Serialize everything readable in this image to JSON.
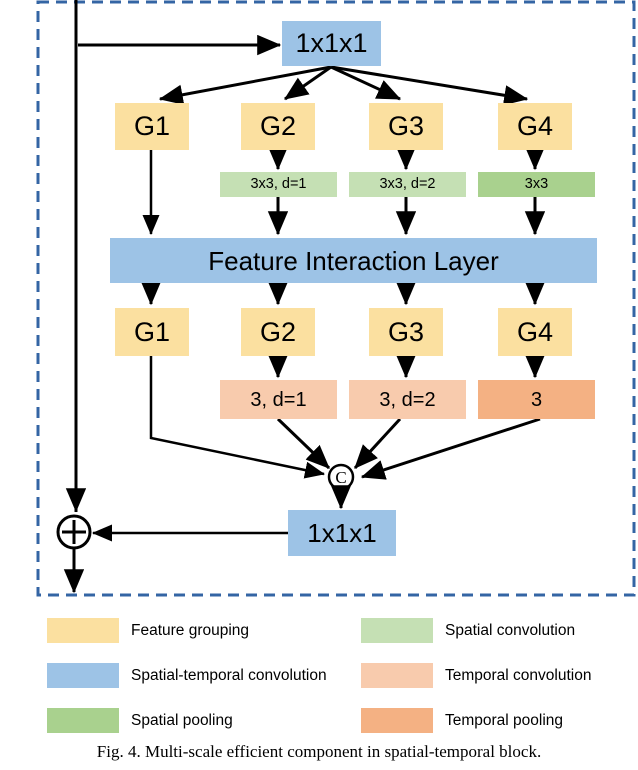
{
  "figure": {
    "caption": "Fig. 4.  Multi-scale efficient component in spatial-temporal block.",
    "dashed_border_color": "#3465a4"
  },
  "colors": {
    "feature_grouping": "#fbe0a0",
    "spatial_temporal_conv": "#9dc3e6",
    "spatial_conv": "#c5e0b4",
    "spatial_pooling": "#a9d18e",
    "temporal_conv": "#f8cbad",
    "temporal_pooling": "#f4b183",
    "arrow": "#000000"
  },
  "diagram": {
    "top_conv": {
      "label": "1x1x1",
      "type": "spatial-temporal-convolution"
    },
    "group_row_1": [
      {
        "label": "G1"
      },
      {
        "label": "G2"
      },
      {
        "label": "G3"
      },
      {
        "label": "G4"
      }
    ],
    "spatial_row": [
      {
        "label": "3x3, d=1",
        "type": "spatial-convolution"
      },
      {
        "label": "3x3, d=2",
        "type": "spatial-convolution"
      },
      {
        "label": "3x3",
        "type": "spatial-pooling"
      }
    ],
    "interaction_layer": {
      "label": "Feature Interaction Layer",
      "type": "spatial-temporal-convolution"
    },
    "group_row_2": [
      {
        "label": "G1"
      },
      {
        "label": "G2"
      },
      {
        "label": "G3"
      },
      {
        "label": "G4"
      }
    ],
    "temporal_row": [
      {
        "label": "3, d=1",
        "type": "temporal-convolution"
      },
      {
        "label": "3, d=2",
        "type": "temporal-convolution"
      },
      {
        "label": "3",
        "type": "temporal-pooling"
      }
    ],
    "concat_node": {
      "label": "C"
    },
    "bottom_conv": {
      "label": "1x1x1",
      "type": "spatial-temporal-convolution"
    },
    "add_node": {
      "label": "+"
    }
  },
  "legend": {
    "left_column": [
      {
        "label": "Feature grouping",
        "color_key": "feature_grouping"
      },
      {
        "label": "Spatial-temporal convolution",
        "color_key": "spatial_temporal_conv"
      },
      {
        "label": "Spatial pooling",
        "color_key": "spatial_pooling"
      }
    ],
    "right_column": [
      {
        "label": "Spatial convolution",
        "color_key": "spatial_conv"
      },
      {
        "label": "Temporal convolution",
        "color_key": "temporal_conv"
      },
      {
        "label": "Temporal pooling",
        "color_key": "temporal_pooling"
      }
    ]
  }
}
